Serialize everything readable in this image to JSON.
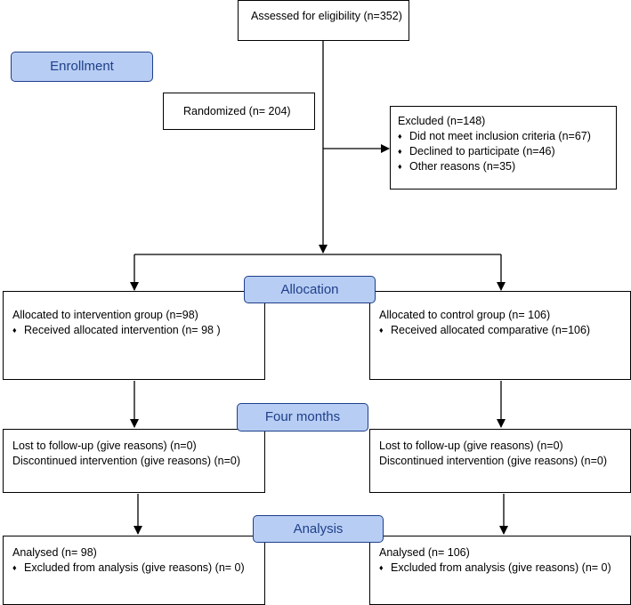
{
  "stages": {
    "enrollment": "Enrollment",
    "allocation": "Allocation",
    "followup": "Four months",
    "analysis": "Analysis"
  },
  "assessed": "Assessed for eligibility (n=352)",
  "randomized": "Randomized (n= 204)",
  "excluded": {
    "title": "Excluded (n=148)",
    "items": [
      "Did not meet inclusion criteria (n=67)",
      "Declined to participate (n=46)",
      "Other reasons (n=35)"
    ]
  },
  "intervention": {
    "allocated": "Allocated to intervention group (n=98)",
    "received": "Received allocated intervention (n= 98 )",
    "lost": "Lost to follow-up (give reasons) (n=0)",
    "discontinued": "Discontinued intervention (give reasons) (n=0)",
    "analysed": "Analysed (n= 98)",
    "excluded_analysis": "Excluded from analysis (give reasons) (n= 0)"
  },
  "control": {
    "allocated": "Allocated to control group (n= 106)",
    "received": "Received allocated comparative (n=106)",
    "lost": "Lost to follow-up (give reasons) (n=0)",
    "discontinued": "Discontinued intervention (give reasons) (n=0)",
    "analysed": "Analysed (n= 106)",
    "excluded_analysis": "Excluded from analysis (give reasons) (n= 0)"
  },
  "colors": {
    "stage_fill": "#b7cdf3",
    "stage_text": "#1f3f8a",
    "stage_border": "#1f3f8a"
  }
}
